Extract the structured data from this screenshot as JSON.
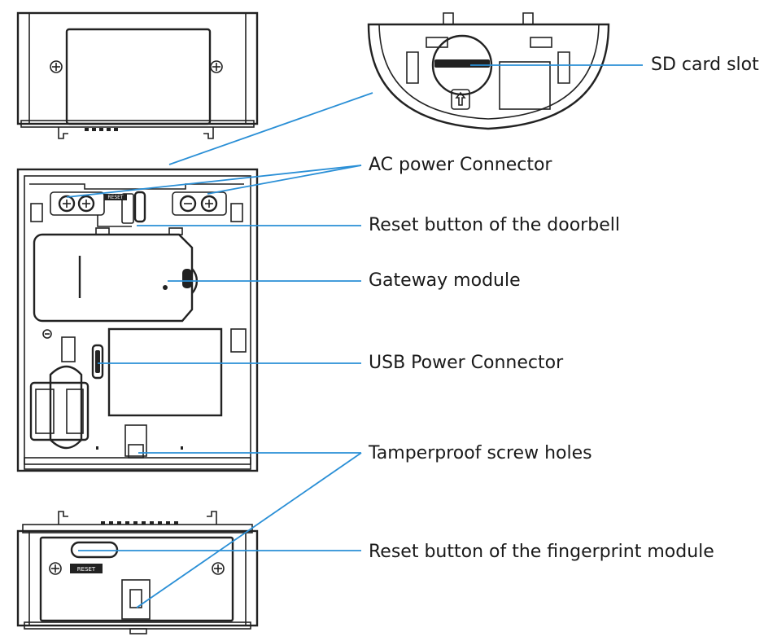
{
  "labels": {
    "sd_card_slot": "SD card slot",
    "ac_power_connector": "AC power Connector",
    "reset_doorbell": "Reset button of the doorbell",
    "gateway_module": "Gateway module",
    "usb_power_connector": "USB Power Connector",
    "tamperproof_screw_holes": "Tamperproof screw holes",
    "reset_fingerprint": "Reset button of the fingerprint module"
  },
  "part_marks": {
    "reset_text": "RESET"
  },
  "colors": {
    "callout_line": "#2a8fd6",
    "outline": "#222222",
    "label_text": "#1a1a1a"
  }
}
